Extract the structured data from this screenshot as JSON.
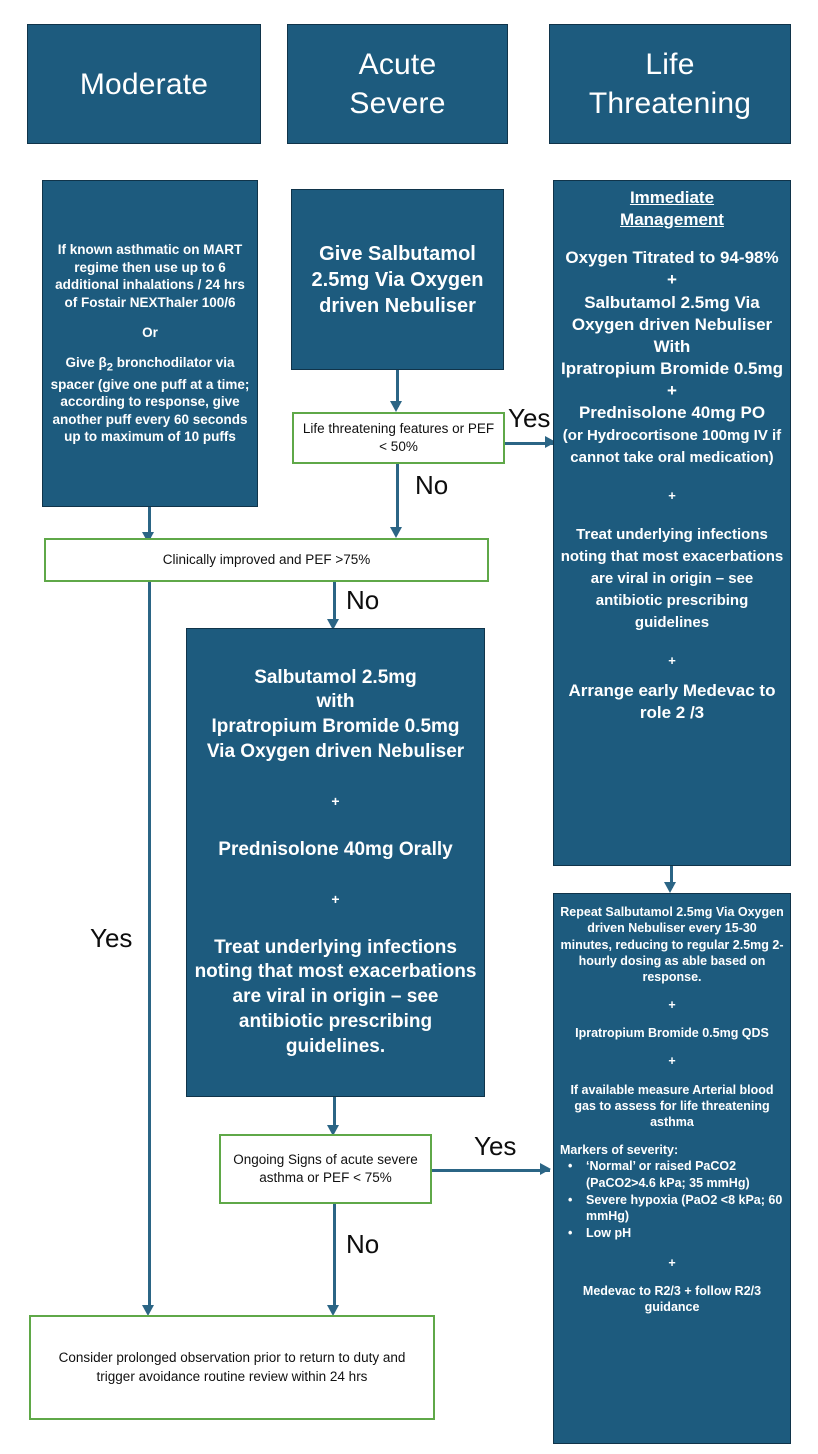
{
  "title": "Asthma Management Flowchart",
  "palette": {
    "teal_fill": "#1d5b7e",
    "teal_border": "#10344a",
    "green_border": "#5fa848",
    "arrow": "#2b6585",
    "text_on_teal": "#ffffff",
    "text_on_white": "#101010"
  },
  "headers": {
    "moderate": "Moderate",
    "acute_severe_line1": "Acute",
    "acute_severe_line2": "Severe",
    "life_threatening_line1": "Life",
    "life_threatening_line2": "Threatening"
  },
  "moderate": {
    "initial_box": {
      "para1": "If known asthmatic on MART regime then use up to 6 additional inhalations / 24 hrs of Fostair NEXThaler 100/6",
      "or": "Or",
      "para2_pre": "Give β",
      "para2_sub": "2",
      "para2_post": " bronchodilator via spacer (give one puff at a time; according to response, give another puff every 60 seconds up to maximum of 10 puffs"
    }
  },
  "acute_severe": {
    "give_salbutamol": "Give Salbutamol 2.5mg Via Oxygen driven Nebuliser",
    "decision_life_threatening": "Life threatening features or PEF < 50%",
    "escalation_box": {
      "line1": "Salbutamol 2.5mg",
      "line2": "with",
      "line3": "Ipratropium Bromide 0.5mg",
      "line4": "Via Oxygen driven Nebuliser",
      "plus1": "+",
      "line5": "Prednisolone 40mg Orally",
      "plus2": "+",
      "line6": "Treat underlying infections noting that most exacerbations are viral in origin – see antibiotic prescribing guidelines."
    }
  },
  "decisions": {
    "clinically_improved": "Clinically improved and PEF >75%",
    "ongoing_signs": "Ongoing Signs of acute severe asthma or PEF < 75%"
  },
  "outcome": {
    "consider_observation": "Consider prolonged observation prior to return to duty and trigger avoidance routine review within 24 hrs"
  },
  "life_threatening": {
    "immediate_management": {
      "heading_line1": "Immediate",
      "heading_line2": "Management",
      "line1": "Oxygen Titrated to 94-98%",
      "plus1": "+",
      "line2": "Salbutamol 2.5mg Via Oxygen driven Nebuliser",
      "line3": "With",
      "line4": "Ipratropium Bromide 0.5mg",
      "plus2": "+",
      "line5": "Prednisolone 40mg PO",
      "line6": "(or Hydrocortisone 100mg IV if cannot take oral medication)",
      "plus3": "+",
      "line7": "Treat underlying infections noting that most exacerbations are viral in origin – see antibiotic prescribing guidelines",
      "plus4": "+",
      "line8": "Arrange early Medevac to role 2 /3"
    },
    "ongoing_management": {
      "line1": "Repeat Salbutamol 2.5mg Via Oxygen driven Nebuliser every 15-30 minutes, reducing to regular 2.5mg 2-hourly dosing as able based on response.",
      "plus1": "+",
      "line2": "Ipratropium Bromide 0.5mg QDS",
      "plus2": "+",
      "line3": "If available measure Arterial blood gas to assess for life threatening asthma",
      "markers_heading": "Markers of severity:",
      "markers": [
        "‘Normal’ or raised PaCO2 (PaCO2>4.6 kPa; 35 mmHg)",
        "Severe hypoxia (PaO2 <8 kPa; 60 mmHg)",
        "Low pH"
      ],
      "plus3": "+",
      "line4": "Medevac  to R2/3 + follow R2/3 guidance"
    }
  },
  "edge_labels": {
    "yes_top_right": "Yes",
    "no_under_life_threatening": "No",
    "no_under_clinically_improved": "No",
    "yes_left_long": "Yes",
    "yes_bottom_right": "Yes",
    "no_bottom": "No"
  }
}
